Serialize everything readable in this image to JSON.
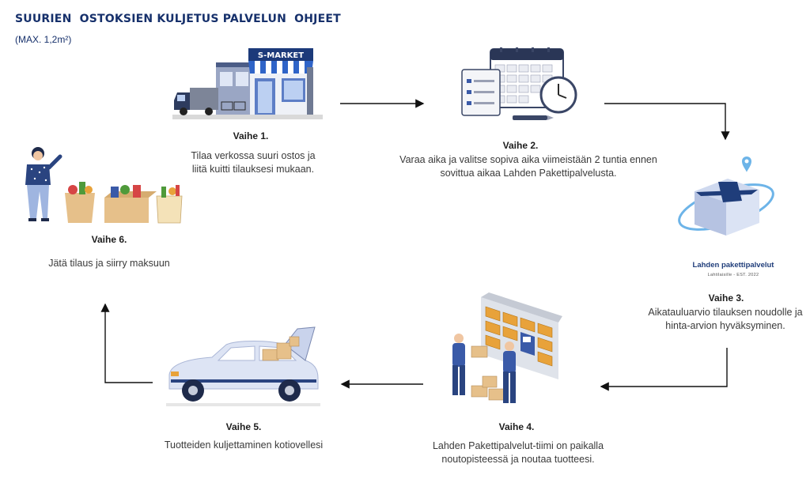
{
  "title": "SUURIEN  OSTOKSIEN KULJETUS PALVELUN  OHJEET",
  "subtitle": "(MAX. 1,2m²)",
  "store_sign": "S-MARKET",
  "logo": {
    "name": "Lahden pakettipalvelut",
    "tagline": "Lahtilaisille - EST. 2022"
  },
  "steps": [
    {
      "label": "Vaihe 1.",
      "lines": [
        "Tilaa verkossa suuri ostos ja",
        "liitä kuitti tilauksesi mukaan."
      ]
    },
    {
      "label": "Vaihe 2.",
      "lines": [
        "Varaa aika ja valitse sopiva aika viimeistään 2 tuntia ennen",
        "sovittua aikaa Lahden Pakettipalvelusta."
      ]
    },
    {
      "label": "Vaihe 3.",
      "lines": [
        "Aikatauluarvio tilauksen noudolle ja",
        "hinta-arvion hyväksyminen."
      ]
    },
    {
      "label": "Vaihe 4.",
      "lines": [
        "Lahden Pakettipalvelut-tiimi on paikalla",
        "noutopisteessä ja noutaa tuotteesi."
      ]
    },
    {
      "label": "Vaihe 5.",
      "lines": [
        "Tuotteiden kuljettaminen kotiovellesi"
      ]
    },
    {
      "label": "Vaihe 6.",
      "lines": [
        "Jätä tilaus ja siirry maksuun"
      ]
    }
  ],
  "icons": {
    "store": "store-with-truck-icon",
    "calendar": "calendar-clock-icon",
    "delivery": "parcel-logo-icon",
    "lockers": "parcel-lockers-workers-icon",
    "car": "car-with-boxes-icon",
    "shopper": "woman-with-groceries-icon"
  }
}
